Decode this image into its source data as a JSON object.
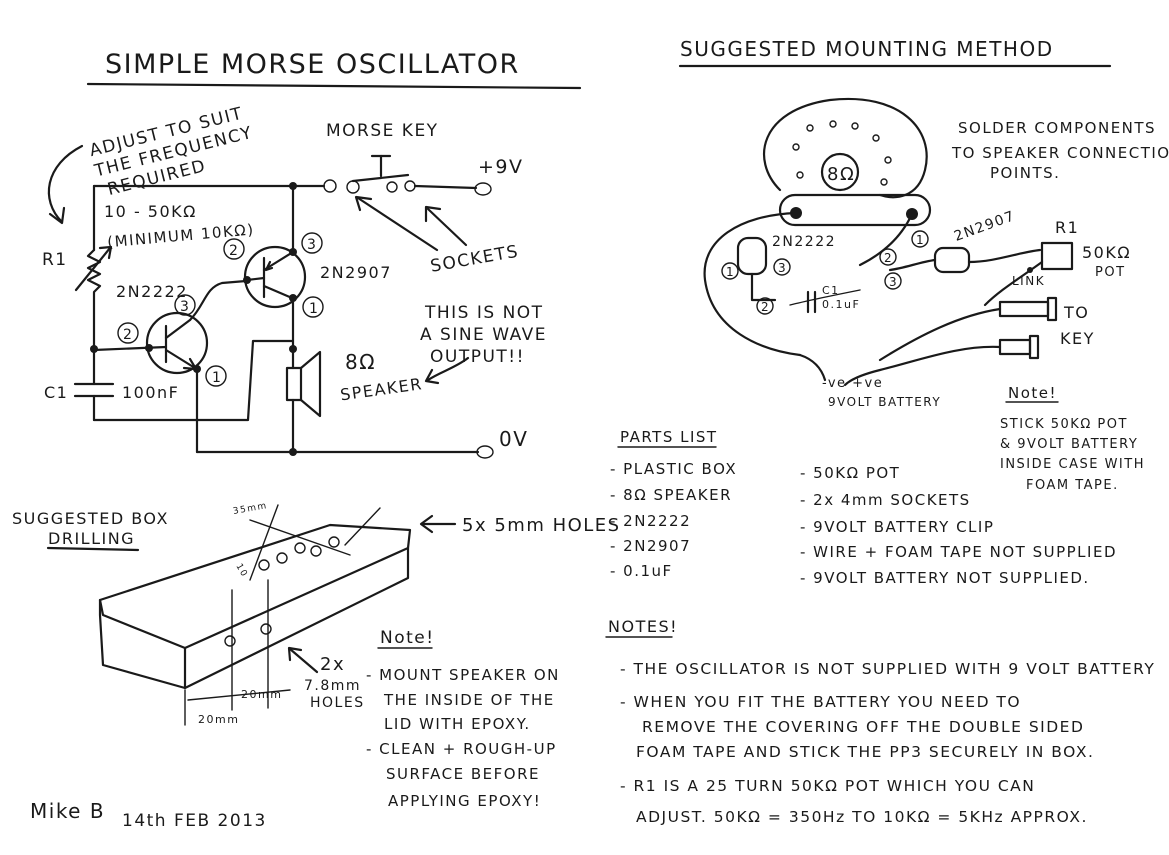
{
  "left": {
    "title": "SIMPLE MORSE OSCILLATOR",
    "adjust_note": [
      "ADJUST TO SUIT",
      "THE FREQUENCY",
      "REQUIRED"
    ],
    "morse_key": "MORSE KEY",
    "plus9v": "+9V",
    "r1": "R1",
    "r1_value": [
      "10 - 50KΩ",
      "(MINIMUM 10KΩ)"
    ],
    "t1": "2N2222",
    "t2": "2N2907",
    "sockets": "SOCKETS",
    "not_sine": [
      "THIS IS NOT",
      "A SINE WAVE",
      "OUTPUT!!"
    ],
    "speaker": [
      "8Ω",
      "SPEAKER"
    ],
    "c1": "C1",
    "c1_value": "100nF",
    "zero_v": "0V",
    "pins": {
      "p1": "1",
      "p2": "2",
      "p3": "3"
    },
    "box_title": [
      "SUGGESTED BOX",
      "DRILLING"
    ],
    "holes5": "5x 5mm HOLES",
    "holes2": [
      "2x",
      "7.8mm",
      "HOLES"
    ],
    "dim_35": "35mm",
    "dim_20a": "20mm",
    "dim_20b": "20mm",
    "dim_10": "10",
    "note_title": "Note!",
    "note_lines": [
      "- MOUNT SPEAKER ON",
      "THE INSIDE OF THE",
      "LID WITH EPOXY.",
      "- CLEAN + ROUGH-UP",
      "SURFACE BEFORE",
      "APPLYING EPOXY!"
    ],
    "signature": "Mike B",
    "date": "14th FEB 2013"
  },
  "right": {
    "title": "SUGGESTED MOUNTING METHOD",
    "solder_note": [
      "SOLDER COMPONENTS",
      "TO SPEAKER CONNECTION",
      "POINTS."
    ],
    "speaker_label": "8Ω",
    "t1": "2N2222",
    "t2": "2N2907",
    "r1": "R1",
    "pot": [
      "50KΩ",
      "POT"
    ],
    "link": "LINK",
    "c1": [
      "C1",
      "0.1uF"
    ],
    "to_key": [
      "TO",
      "KEY"
    ],
    "battery": [
      "-ve  +ve",
      "9VOLT BATTERY"
    ],
    "stick_note": [
      "Note!",
      "STICK 50KΩ POT",
      "& 9VOLT BATTERY",
      "INSIDE CASE WITH",
      "FOAM TAPE."
    ],
    "parts_title": "PARTS LIST",
    "parts_col1": [
      "- PLASTIC BOX",
      "- 8Ω SPEAKER",
      "- 2N2222",
      "- 2N2907",
      "- 0.1uF"
    ],
    "parts_col2": [
      "- 50KΩ POT",
      "- 2x 4mm SOCKETS",
      "- 9VOLT BATTERY CLIP",
      "- WIRE + FOAM TAPE NOT SUPPLIED",
      "- 9VOLT BATTERY NOT SUPPLIED."
    ],
    "notes_title": "NOTES!",
    "notes": [
      "- THE OSCILLATOR IS NOT SUPPLIED WITH 9 VOLT BATTERY",
      "- WHEN YOU FIT THE BATTERY YOU NEED TO",
      "REMOVE THE COVERING OFF THE DOUBLE SIDED",
      "FOAM TAPE AND STICK THE PP3 SECURELY IN BOX.",
      "- R1 IS A 25 TURN 50KΩ POT WHICH YOU CAN",
      "ADJUST. 50KΩ = 350Hz TO 10KΩ = 5KHz APPROX."
    ]
  }
}
